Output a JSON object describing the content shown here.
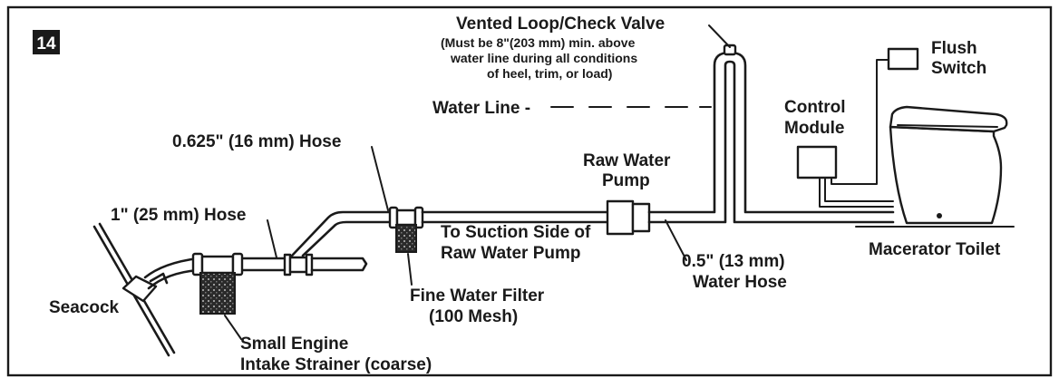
{
  "figure": {
    "number": "14"
  },
  "labels": {
    "vented_loop_title": "Vented Loop/Check Valve",
    "vented_loop_note_1": "(Must be 8\"(203 mm)  min. above",
    "vented_loop_note_2": "water line during all conditions",
    "vented_loop_note_3": "of heel, trim, or load)",
    "water_line": "Water Line -",
    "flush_switch_1": "Flush",
    "flush_switch_2": "Switch",
    "control_module_1": "Control",
    "control_module_2": "Module",
    "hose_0625": "0.625\" (16 mm) Hose",
    "raw_water_pump_1": "Raw Water",
    "raw_water_pump_2": "Pump",
    "hose_1in": "1\" (25 mm) Hose",
    "suction_side_1": "To Suction Side of",
    "suction_side_2": "Raw Water Pump",
    "hose_05_1": "0.5\" (13 mm)",
    "hose_05_2": "Water Hose",
    "macerator_toilet": "Macerator Toilet",
    "seacock": "Seacock",
    "fine_filter_1": "Fine Water Filter",
    "fine_filter_2": "(100 Mesh)",
    "strainer_1": "Small Engine",
    "strainer_2": "Intake Strainer (coarse)"
  }
}
